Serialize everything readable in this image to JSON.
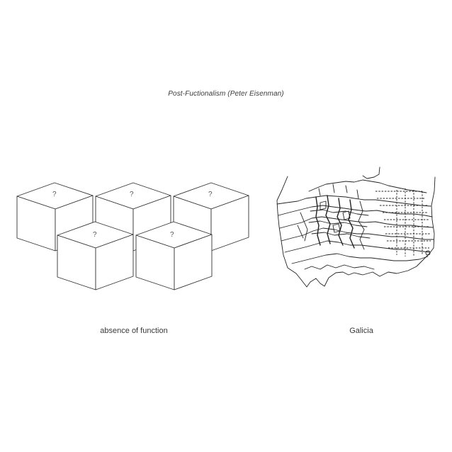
{
  "title": "Post-Fuctionalism (Peter Eisenman)",
  "left_figure": {
    "caption": "absence of function",
    "cube_label": "?"
  },
  "right_figure": {
    "caption": "Galicia"
  }
}
